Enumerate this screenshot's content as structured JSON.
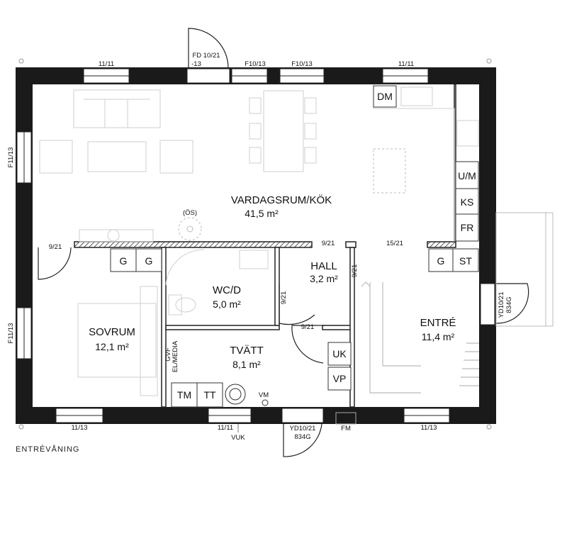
{
  "plan": {
    "caption": "ENTRÉVÅNING",
    "rooms": {
      "living": {
        "name": "VARDAGSRUM/KÖK",
        "area": "41,5 m²"
      },
      "hall": {
        "name": "HALL",
        "area": "3,2 m²"
      },
      "wc": {
        "name": "WC/D",
        "area": "5,0 m²"
      },
      "bedroom": {
        "name": "SOVRUM",
        "area": "12,1 m²"
      },
      "laundry": {
        "name": "TVÄTT",
        "area": "8,1 m²"
      },
      "entry": {
        "name": "ENTRÉ",
        "area": "11,4 m²"
      }
    },
    "appliances": {
      "dm": "DM",
      "um": "U/M",
      "ks": "KS",
      "fr": "FR",
      "g1": "G",
      "g2": "G",
      "g3": "G",
      "st": "ST",
      "uk": "UK",
      "vp": "VP",
      "tm": "TM",
      "tt": "TT"
    },
    "windows": {
      "top1": "11/11",
      "top_door_a": "FD 10/21",
      "top_door_b": "-13",
      "top2": "F10/13",
      "top3": "F10/13",
      "top4": "11/11",
      "left1": "F11/13",
      "left2": "F11/13",
      "bottom1": "11/13",
      "bottom2": "11/11",
      "bottom3": "11/13",
      "right_door_a": "YD10/21",
      "right_door_b": "834G",
      "bottom_door_a": "YD10/21",
      "bottom_door_b": "834G"
    },
    "doors": {
      "bedroom": "9/21",
      "hall": "9/21",
      "entry": "15/21",
      "wc": "9/21",
      "laundry": "9/21",
      "hall_side": "9/21"
    },
    "misc": {
      "os": "(ÖS)",
      "gvf": "GVF",
      "el_media": "EL/MEDIA",
      "vm": "VM",
      "vuk": "VUK",
      "fm": "FM"
    }
  }
}
